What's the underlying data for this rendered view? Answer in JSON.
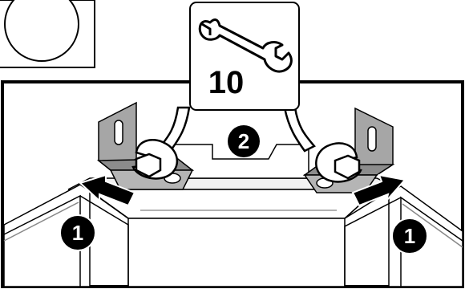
{
  "tool_panel": {
    "icon": "open-end-wrench-icon",
    "size_label": "10"
  },
  "callouts": {
    "step_2": "2",
    "step_1_left": "1",
    "step_1_right": "1"
  },
  "detail_icon": "circle-detail-icon",
  "colors": {
    "line": "#000000",
    "bracket": "#a6a6a6",
    "bracket_dark": "#7a7a7a",
    "wrench": "#ffffff",
    "callout_bg": "#000000",
    "callout_text": "#ffffff",
    "panel_bg": "#ffffff",
    "shade": "#d9d9d9"
  }
}
